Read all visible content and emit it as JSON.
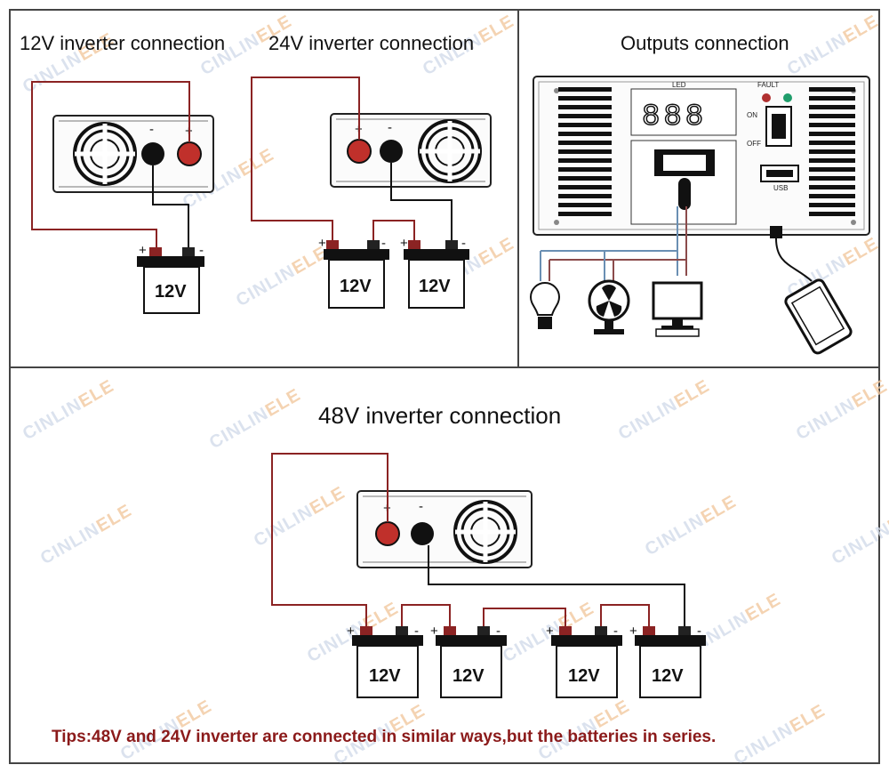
{
  "panels": {
    "p12": {
      "title": "12V inverter connection",
      "battery": "12V"
    },
    "p24": {
      "title": "24V inverter connection",
      "batteries": [
        "12V",
        "12V"
      ]
    },
    "outputs": {
      "title": "Outputs connection",
      "led_label": "LED",
      "led_digits": "888",
      "fault_label": "FAULT",
      "on_label": "ON",
      "off_label": "OFF",
      "usb_label": "USB"
    },
    "p48": {
      "title": "48V inverter connection",
      "batteries": [
        "12V",
        "12V",
        "12V",
        "12V"
      ]
    }
  },
  "terminals": {
    "plus": "+",
    "minus": "-"
  },
  "tips": "Tips:48V and 24V inverter are connected in similar ways,but the batteries in series.",
  "watermark": {
    "prefix": "CINLIN",
    "suffix": "ELE"
  },
  "colors": {
    "positive_wire": "#8b2323",
    "negative_wire": "#111111",
    "tips_text": "#8b1a1a"
  }
}
